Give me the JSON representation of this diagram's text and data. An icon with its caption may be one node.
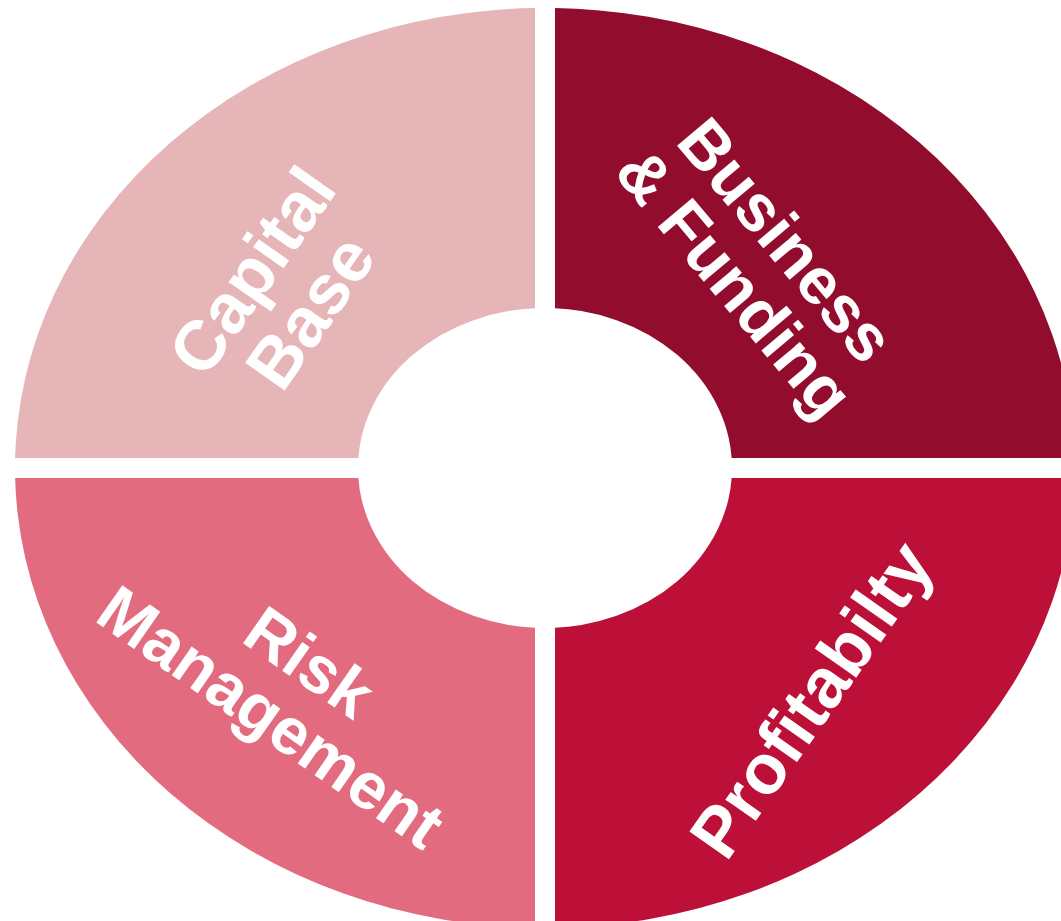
{
  "diagram": {
    "nodes": [
      {
        "text": [
          "Capital Base"
        ]
      },
      {
        "text": [
          "Business & Funding"
        ]
      },
      {
        "text": [
          "Risk Management"
        ]
      },
      {
        "text": [
          "Profitabilty"
        ]
      }
    ]
  }
}
